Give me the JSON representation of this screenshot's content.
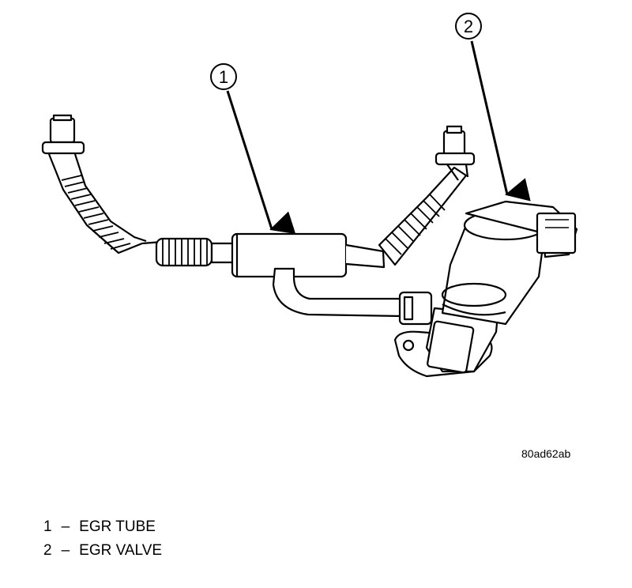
{
  "callouts": [
    {
      "number": "1"
    },
    {
      "number": "2"
    }
  ],
  "figure_id": "80ad62ab",
  "legend": [
    {
      "number": "1",
      "separator": "–",
      "label": "EGR TUBE"
    },
    {
      "number": "2",
      "separator": "–",
      "label": "EGR VALVE"
    }
  ]
}
